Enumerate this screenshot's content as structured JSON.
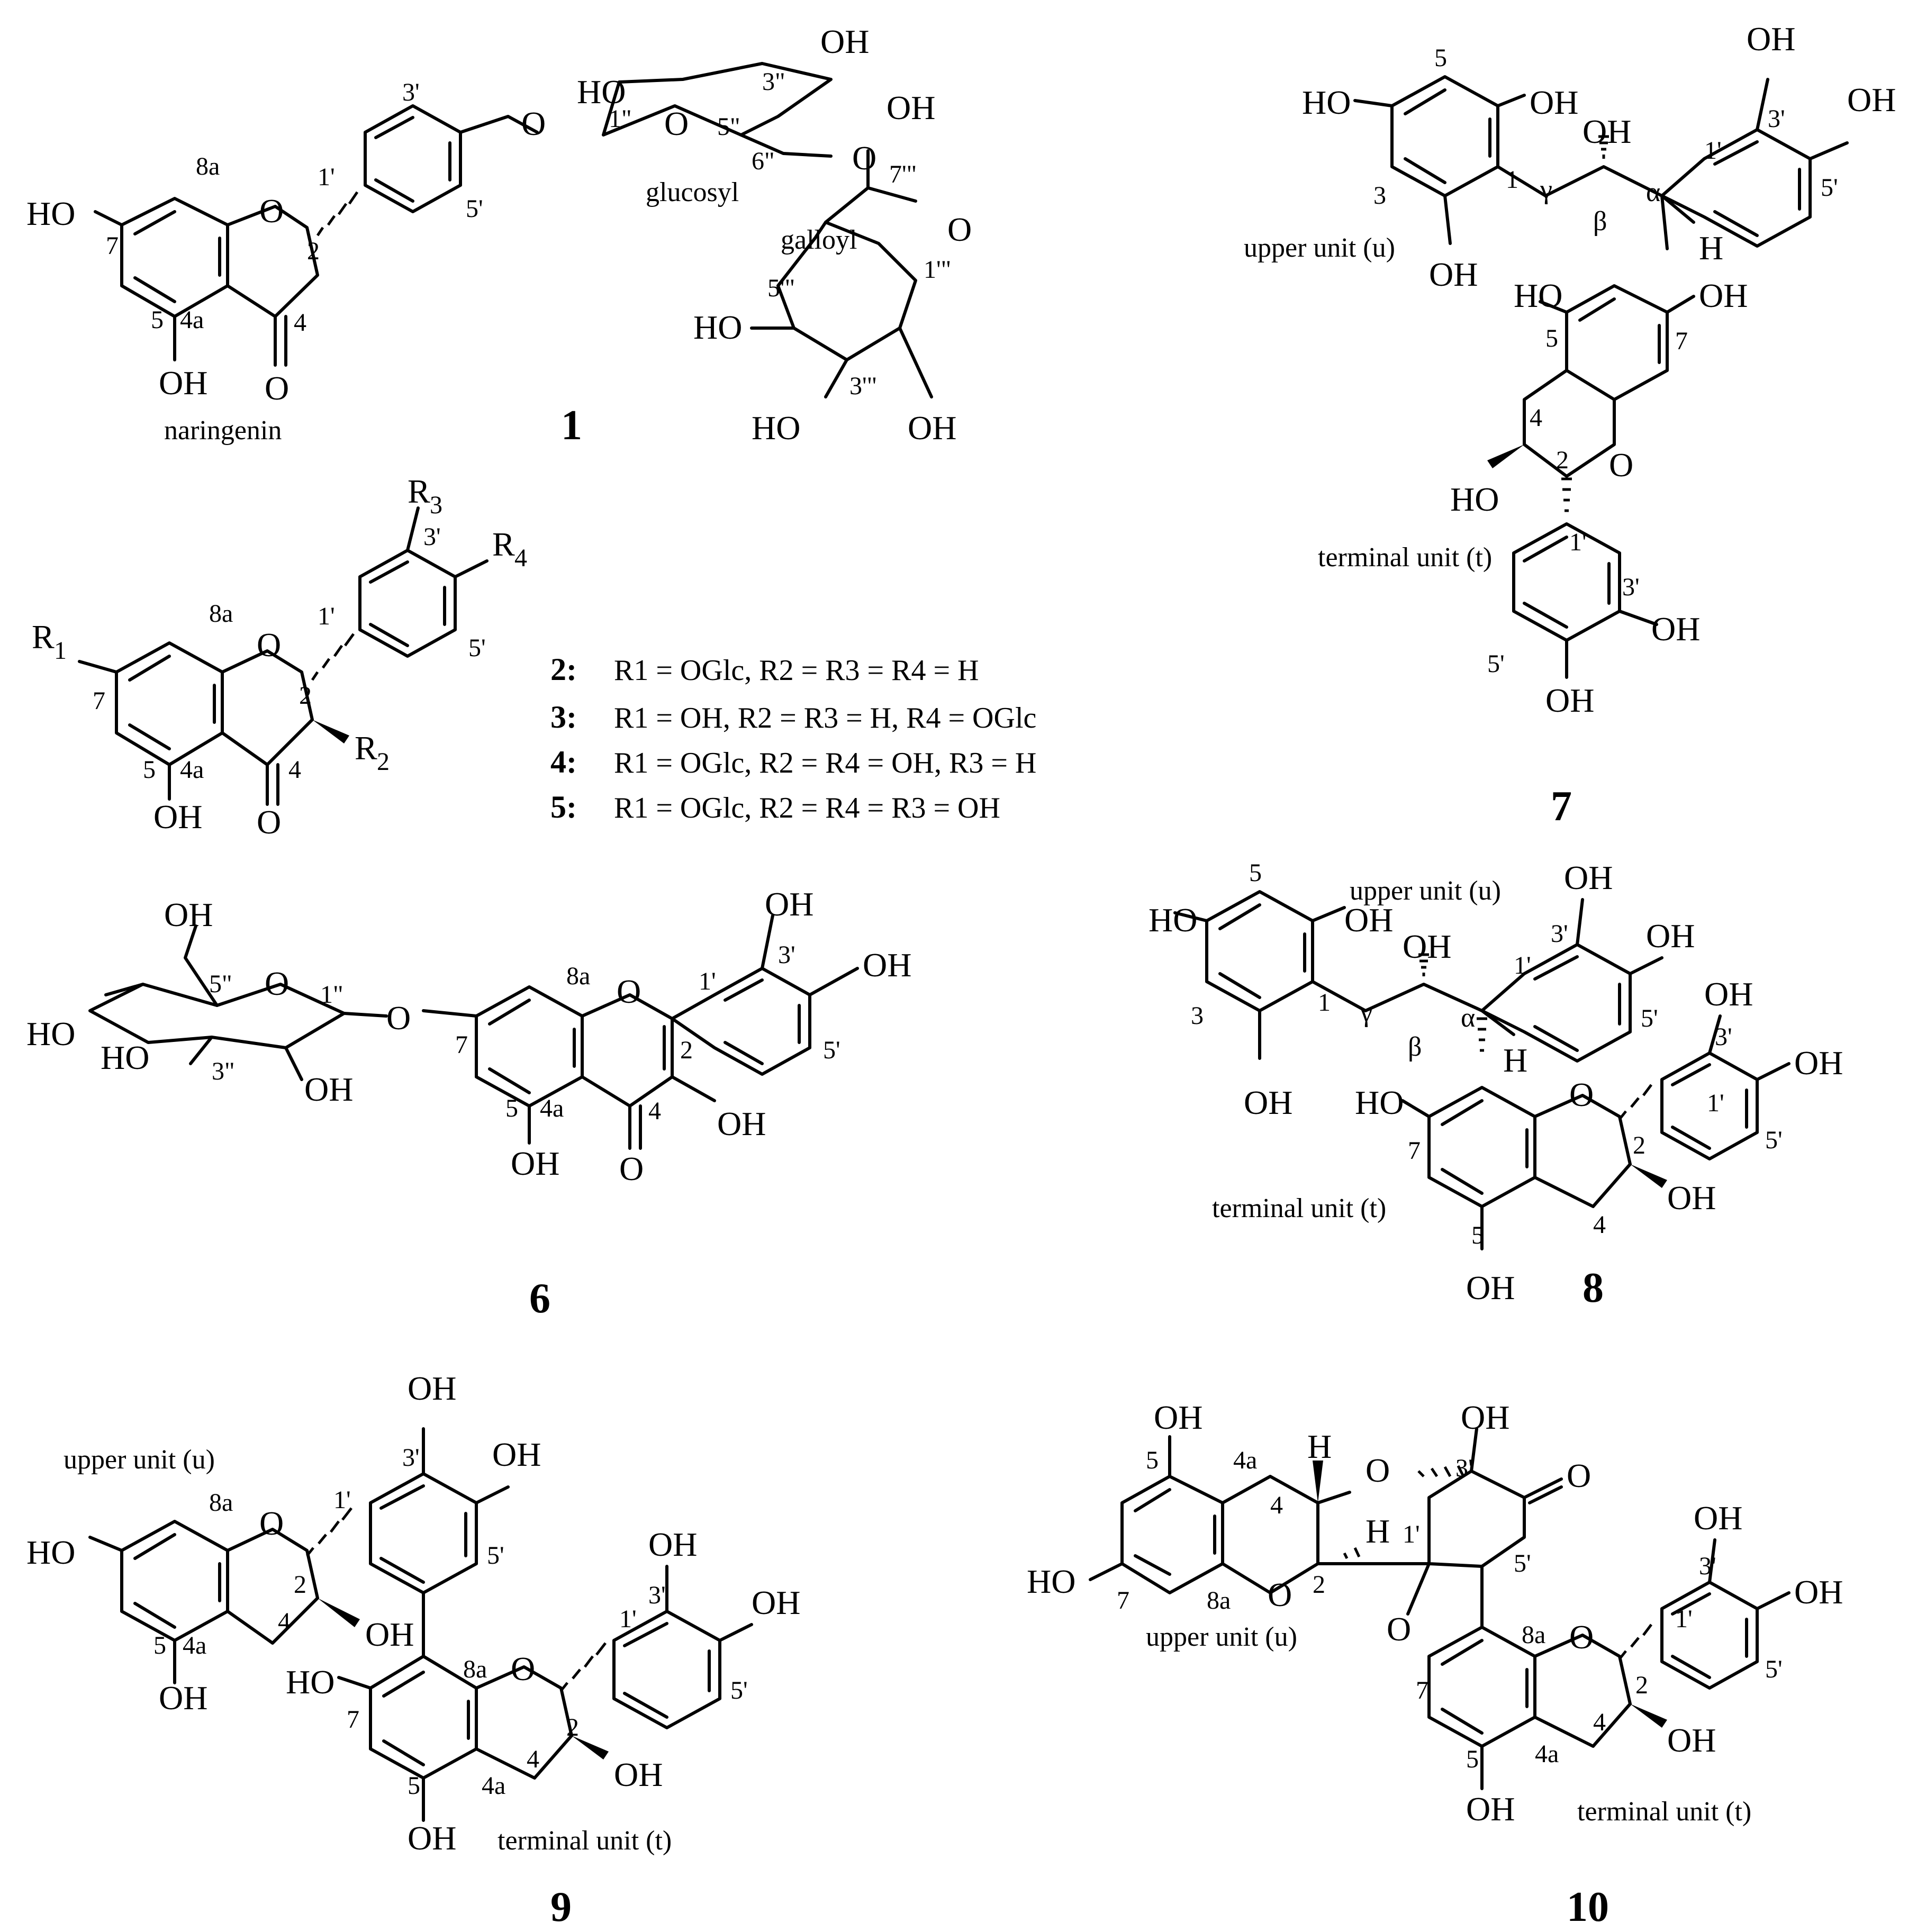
{
  "compounds": {
    "c1": {
      "id": "1",
      "label_naringenin": "naringenin",
      "label_glucosyl": "glucosyl",
      "label_galloyl": "galloyl",
      "OH": "OH",
      "HO": "HO",
      "O": "O",
      "n1p": "1'",
      "n2": "2",
      "n3p": "3'",
      "n4": "4",
      "n4a": "4a",
      "n5": "5",
      "n5p": "5'",
      "n7": "7",
      "n8a": "8a",
      "n1pp": "1\"",
      "n3pp": "3\"",
      "n5pp": "5\"",
      "n6pp": "6\"",
      "n1ppp": "1'\"",
      "n3ppp": "3'\"",
      "n5ppp": "5'\"",
      "n7ppp": "7'\""
    },
    "c2_5": {
      "R1": "R",
      "R1sub": "1",
      "R2": "R",
      "R2sub": "2",
      "R3": "R",
      "R3sub": "3",
      "R4": "R",
      "R4sub": "4",
      "OH": "OH",
      "O": "O",
      "n1p": "1'",
      "n2": "2",
      "n3p": "3'",
      "n4": "4",
      "n4a": "4a",
      "n5": "5",
      "n5p": "5'",
      "n7": "7",
      "n8a": "8a",
      "defs": [
        {
          "id": "2:",
          "text": "R1 = OGlc, R2 = R3 = R4 = H"
        },
        {
          "id": "3:",
          "text": "R1 = OH, R2 = R3 = H, R4 = OGlc"
        },
        {
          "id": "4:",
          "text": "R1 = OGlc, R2 = R4 = OH, R3 = H"
        },
        {
          "id": "5:",
          "text": "R1 = OGlc, R2 = R4 =  R3 = OH"
        }
      ]
    },
    "c6": {
      "id": "6",
      "OH": "OH",
      "HO": "HO",
      "O": "O",
      "n1pp": "1\"",
      "n3pp": "3\"",
      "n5pp": "5\"",
      "n1p": "1'",
      "n2": "2",
      "n3p": "3'",
      "n4": "4",
      "n4a": "4a",
      "n5": "5",
      "n5p": "5'",
      "n7": "7",
      "n8a": "8a"
    },
    "c7": {
      "id": "7",
      "upper": "upper unit (u)",
      "terminal": "terminal unit (t)",
      "OH": "OH",
      "HO": "HO",
      "O": "O",
      "H": "H",
      "alpha": "α",
      "beta": "β",
      "gamma": "γ",
      "n1": "1",
      "n3": "3",
      "n5": "5",
      "n7": "7",
      "n2": "2",
      "n4": "4",
      "n1p": "1'",
      "n3p": "3'",
      "n5p": "5'"
    },
    "c8": {
      "id": "8",
      "upper": "upper unit (u)",
      "terminal": "terminal unit (t)",
      "OH": "OH",
      "HO": "HO",
      "O": "O",
      "H": "H",
      "alpha": "α",
      "beta": "β",
      "gamma": "γ",
      "n1": "1",
      "n2": "2",
      "n3": "3",
      "n4": "4",
      "n5": "5",
      "n7": "7",
      "n1p": "1'",
      "n3p": "3'",
      "n5p": "5'"
    },
    "c9": {
      "id": "9",
      "upper": "upper unit (u)",
      "terminal": "terminal unit (t)",
      "OH": "OH",
      "HO": "HO",
      "O": "O",
      "n1p": "1'",
      "n2": "2",
      "n3p": "3'",
      "n4": "4",
      "n4a": "4a",
      "n5": "5",
      "n5p": "5'",
      "n7": "7",
      "n8a": "8a"
    },
    "c10": {
      "id": "10",
      "upper": "upper unit (u)",
      "terminal": "terminal unit (t)",
      "OH": "OH",
      "HO": "HO",
      "O": "O",
      "H": "H",
      "n1p": "1'",
      "n2": "2",
      "n3p": "3'",
      "n4": "4",
      "n4a": "4a",
      "n5": "5",
      "n5p": "5'",
      "n7": "7",
      "n8a": "8a"
    }
  }
}
